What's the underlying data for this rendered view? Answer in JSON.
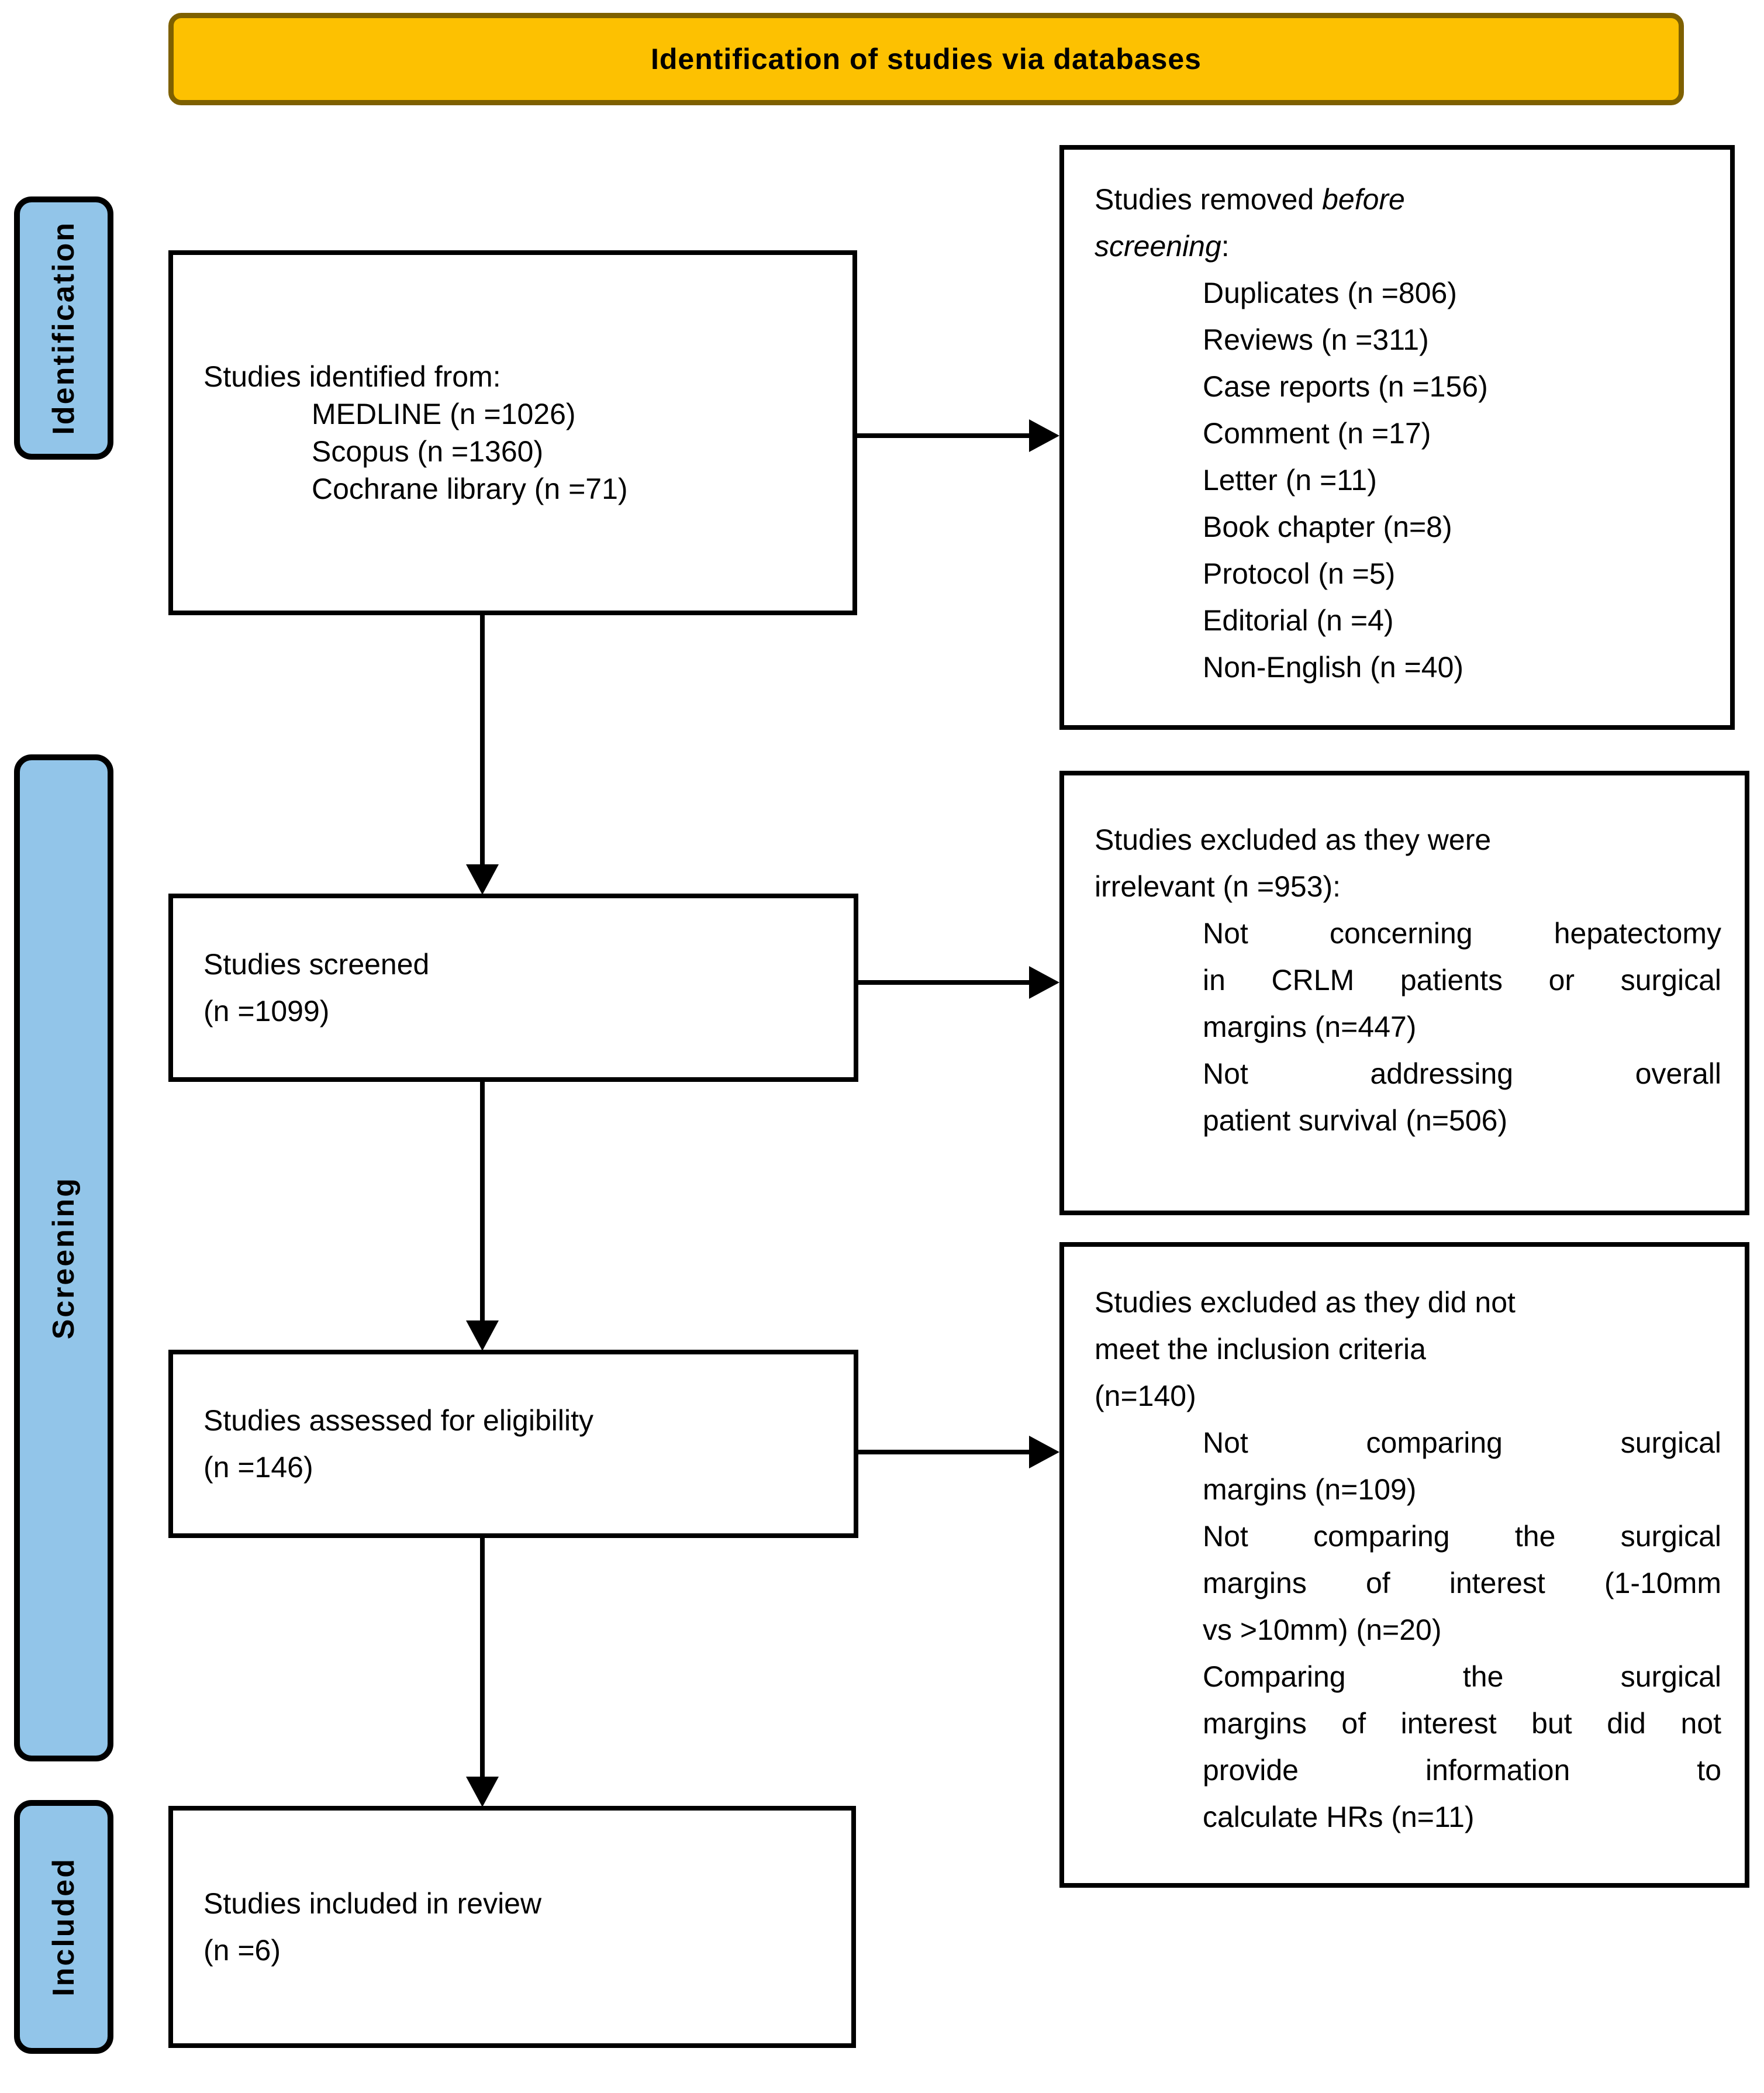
{
  "banner": {
    "label": "Identification of studies via databases"
  },
  "colors": {
    "banner_fill": "#FDC101",
    "banner_border": "#7E6000",
    "stage_label_fill": "#92C5E9",
    "box_background": "#FFFFFF",
    "line_color": "#000000"
  },
  "stage_labels": {
    "identification": "Identification",
    "screening": "Screening",
    "included": "Included"
  },
  "flow_boxes": {
    "identified": {
      "line1": "Studies identified from:",
      "sources": [
        "MEDLINE (n =1026)",
        "Scopus (n =1360)",
        "Cochrane library (n =71)"
      ]
    },
    "screened": {
      "line1": "Studies screened",
      "line2": "(n =1099)"
    },
    "assessed": {
      "line1": "Studies assessed for eligibility",
      "line2": "(n =146)"
    },
    "included": {
      "line1": "Studies included in review",
      "line2": "(n =6)"
    }
  },
  "exclusion_boxes": {
    "removed": {
      "header_prefix": "Studies removed ",
      "header_italic_1": "before",
      "header_italic_2": "screening",
      "header_suffix": ":",
      "items": [
        "Duplicates (n =806)",
        "Reviews (n =311)",
        "Case reports (n =156)",
        "Comment (n =17)",
        "Letter (n =11)",
        "Book chapter (n=8)",
        "Protocol (n =5)",
        "Editorial (n =4)",
        "Non-English (n =40)"
      ]
    },
    "irrelevant": {
      "header": [
        "Studies excluded as they were",
        "irrelevant (n =953):"
      ],
      "reason1": [
        "Not concerning hepatectomy",
        "in CRLM patients or surgical",
        "margins (n=447)"
      ],
      "reason2": [
        "Not addressing overall",
        "patient survival (n=506)"
      ]
    },
    "criteria": {
      "header": [
        "Studies excluded as they did not",
        "meet the inclusion criteria",
        "(n=140)"
      ],
      "reason1": [
        "Not comparing surgical",
        "margins (n=109)"
      ],
      "reason2": [
        "Not comparing the surgical",
        "margins of interest (1-10mm",
        "vs >10mm) (n=20)"
      ],
      "reason3": [
        "Comparing the surgical",
        "margins of interest but did not",
        "provide information to",
        "calculate HRs (n=11)"
      ]
    }
  }
}
